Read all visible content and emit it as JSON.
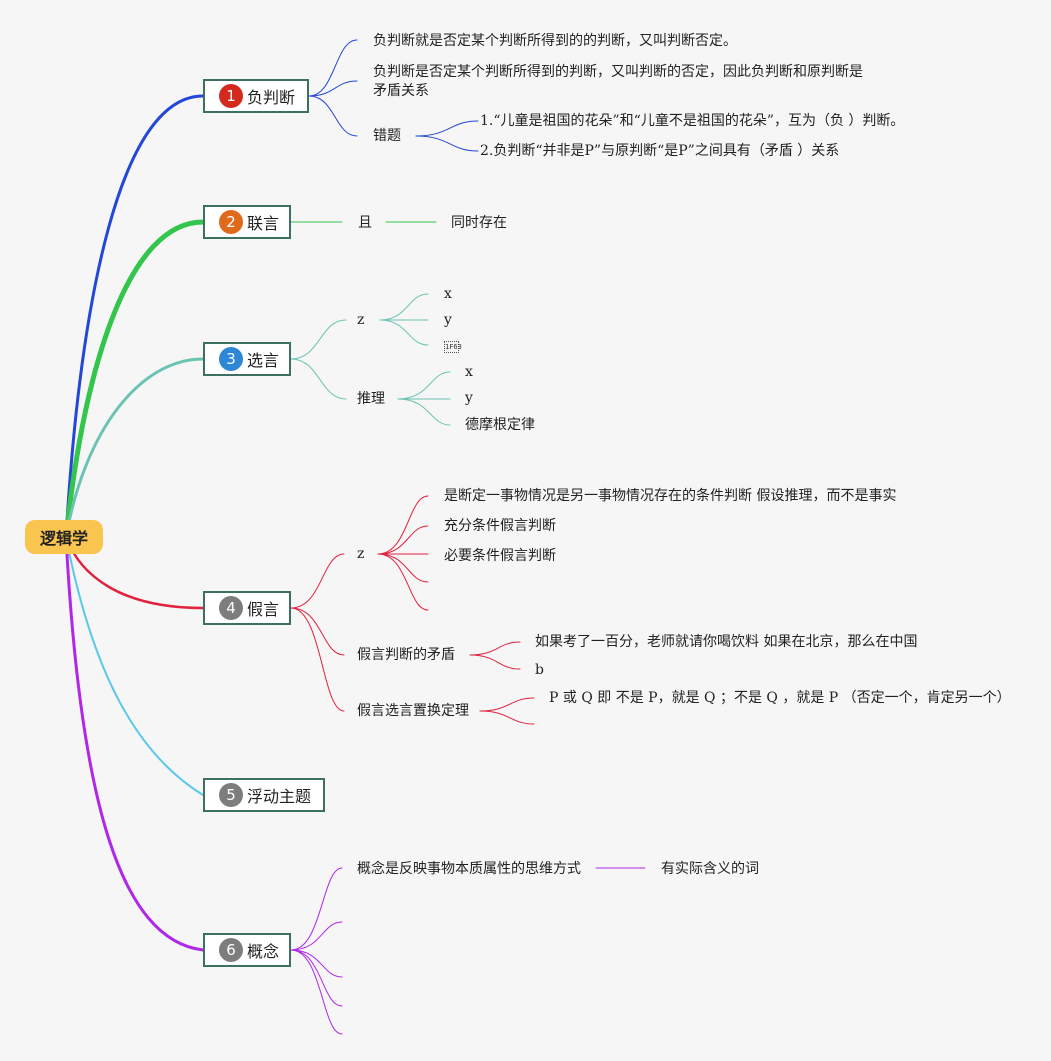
{
  "root": {
    "label": "逻辑学"
  },
  "topics": [
    {
      "num": "1",
      "label": "负判断",
      "color": "#d42a1e",
      "branches": [
        "负判断就是否定某个判断所得到的的判断，又叫判断否定。",
        [
          "负判断是否定某个判断所得到的判断，又叫判断的否定，因此负判断和原判断是",
          "矛盾关系"
        ],
        {
          "label": "错题",
          "children": [
            "1.“儿童是祖国的花朵”和“儿童不是祖国的花朵”，互为（负 ）判断。",
            "2.负判断“并非是P”与原判断“是P”之间具有（矛盾 ）关系"
          ]
        }
      ]
    },
    {
      "num": "2",
      "label": "联言",
      "color": "#e06a1b",
      "branches": [
        {
          "label": "且",
          "children": [
            "同时存在"
          ]
        }
      ]
    },
    {
      "num": "3",
      "label": "选言",
      "color": "#2e86d6",
      "branches": [
        {
          "label": "z",
          "children": [
            "x",
            "y",
            "U+1F63"
          ]
        },
        {
          "label": "推理",
          "children": [
            "x",
            "y",
            "德摩根定律"
          ]
        }
      ]
    },
    {
      "num": "4",
      "label": "假言",
      "color": "#7d7d7d",
      "branches": [
        {
          "label": "z",
          "children": [
            "是断定一事物情况是另一事物情况存在的条件判断 假设推理，而不是事实",
            "充分条件假言判断",
            "必要条件假言判断"
          ]
        },
        {
          "label": "假言判断的矛盾",
          "children": [
            "如果考了一百分，老师就请你喝饮料 如果在北京，那么在中国",
            "b"
          ]
        },
        {
          "label": "假言选言置换定理",
          "children": [
            "P 或 Q 即 不是 P，就是 Q ；不是 Q ，就是 P （否定一个，肯定另一个）"
          ]
        }
      ]
    },
    {
      "num": "5",
      "label": "浮动主题",
      "color": "#7d7d7d"
    },
    {
      "num": "6",
      "label": "概念",
      "color": "#7d7d7d",
      "branches": [
        {
          "label": "概念是反映事物本质属性的思维方式",
          "children": [
            "有实际含义的词"
          ]
        }
      ]
    }
  ],
  "colors": {
    "branch1": "#2447d8",
    "branch2": "#34c54d",
    "branch3": "#6cc3b3",
    "branch4": "#e0223f",
    "branch5": "#5bc8ea",
    "branch6": "#b027e8",
    "root_fill": "#f9c54f",
    "topic_border": "#3d6f62"
  }
}
